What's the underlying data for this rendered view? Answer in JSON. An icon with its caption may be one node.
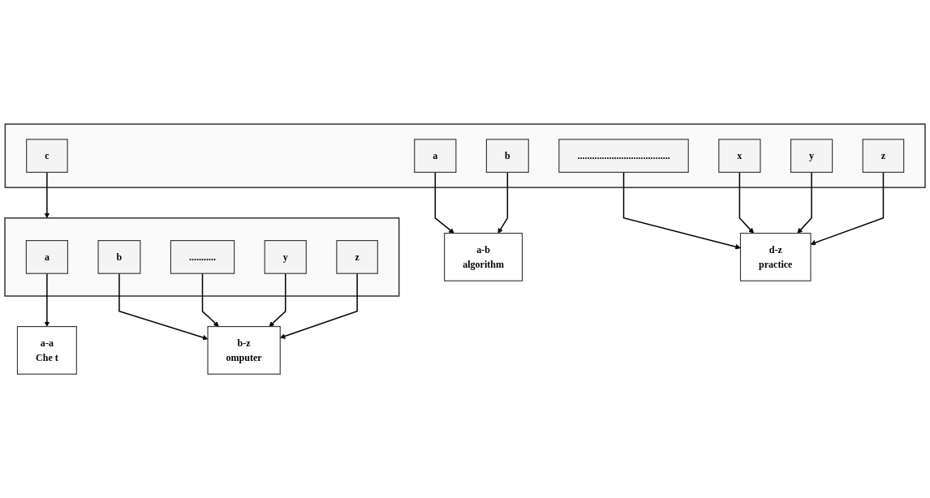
{
  "diagram": {
    "nodes": [
      {
        "text": [],
        "shape": "box"
      },
      {
        "text": [
          "a"
        ],
        "in": 0
      },
      {
        "text": [
          "b"
        ],
        "in": 0
      },
      {
        "text": [
          "c"
        ],
        "in": 0
      },
      {
        "text": [
          "......................................"
        ],
        "in": 0
      },
      {
        "text": [
          "x"
        ],
        "in": 0
      },
      {
        "text": [
          "y"
        ],
        "in": 0
      },
      {
        "text": [
          "z"
        ],
        "in": 0
      },
      {
        "text": [
          "a-b",
          "algorithm"
        ]
      },
      {
        "text": [],
        "shape": "box"
      },
      {
        "text": [
          "a"
        ],
        "in": 9
      },
      {
        "text": [
          "b"
        ],
        "in": 9
      },
      {
        "text": [
          "..........."
        ],
        "in": 9
      },
      {
        "text": [
          "y"
        ],
        "in": 9
      },
      {
        "text": [
          "z"
        ],
        "in": 9
      },
      {
        "text": [
          "d-z",
          "practice"
        ]
      },
      {
        "text": [
          "a-a",
          "Che t"
        ]
      },
      {
        "text": [
          "b-z",
          "omputer"
        ]
      }
    ],
    "edges": [
      {
        "from": 1,
        "to": 8,
        "arrow": "to"
      },
      {
        "from": 2,
        "to": 8,
        "arrow": "to"
      },
      {
        "from": 3,
        "to": 9,
        "arrow": "to"
      },
      {
        "from": 4,
        "to": 15,
        "arrow": "to"
      },
      {
        "from": 5,
        "to": 15,
        "arrow": "to"
      },
      {
        "from": 6,
        "to": 15,
        "arrow": "to"
      },
      {
        "from": 7,
        "to": 15,
        "arrow": "to"
      },
      {
        "from": 10,
        "to": 16,
        "arrow": "to"
      },
      {
        "from": 11,
        "to": 17,
        "arrow": "to"
      },
      {
        "from": 12,
        "to": 17,
        "arrow": "to"
      },
      {
        "from": 13,
        "to": 17,
        "arrow": "to"
      },
      {
        "from": 14,
        "to": 17,
        "arrow": "to"
      }
    ]
  }
}
